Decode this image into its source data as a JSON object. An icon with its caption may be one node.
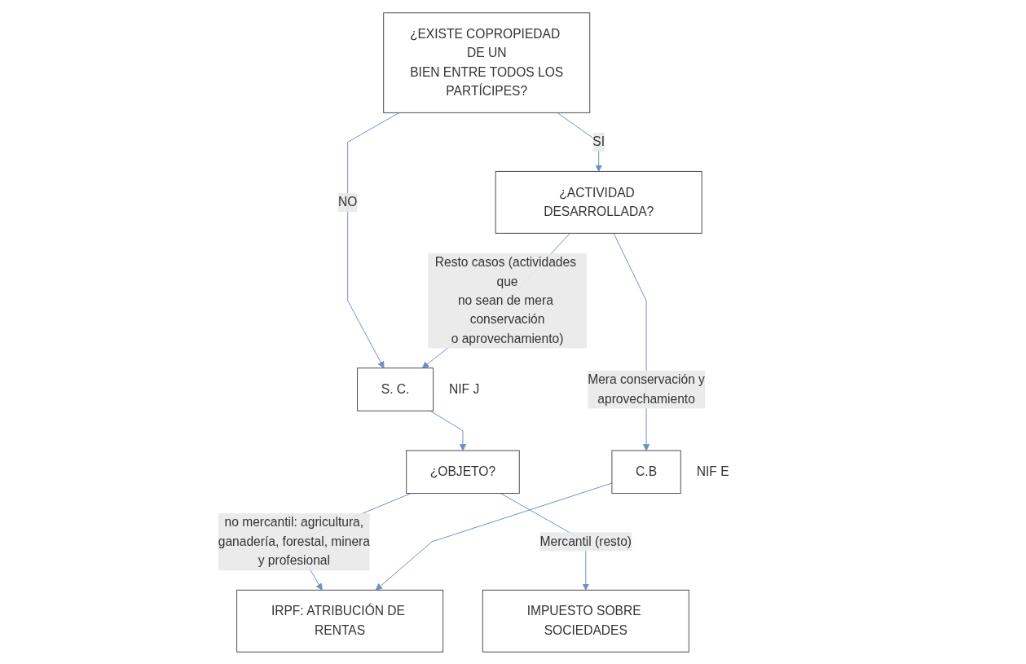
{
  "diagram": {
    "nodes": [
      {
        "text": [
          "¿EXISTE COPROPIEDAD DE UN BIEN ENTRE TODOS LOS PARTÍCIPES?"
        ]
      },
      {
        "text": [
          "¿ACTIVIDAD DESARROLLADA?"
        ]
      },
      {
        "text": [
          "S. C."
        ],
        "beside": [
          "NIF J"
        ]
      },
      {
        "text": [
          "¿OBJETO?"
        ]
      },
      {
        "text": [
          "C.B"
        ],
        "beside": [
          "NIF E"
        ]
      },
      {
        "text": [
          "IRPF: ATRIBUCIÓN DE RENTAS"
        ]
      },
      {
        "text": [
          "IMPUESTO SOBRE SOCIEDADES"
        ]
      }
    ],
    "edges": [
      {
        "from": 0,
        "to": 1,
        "arrow": "to",
        "label": "SI"
      },
      {
        "from": 0,
        "to": 2,
        "arrow": "to",
        "label": "NO"
      },
      {
        "from": 1,
        "to": 2,
        "arrow": "to",
        "label": "Resto casos (actividades que no sean de mera conservación o aprovechamiento)"
      },
      {
        "from": 1,
        "to": 4,
        "arrow": "to",
        "label": "Mera conservación y aprovechamiento"
      },
      {
        "from": 2,
        "to": 3,
        "arrow": "to"
      },
      {
        "from": 3,
        "to": 5,
        "arrow": "to",
        "label": "no mercantil: agricultura, ganadería, forestal, minera y profesional"
      },
      {
        "from": 3,
        "to": 6,
        "arrow": "to",
        "label": "Mercantil (resto)"
      },
      {
        "from": 4,
        "to": 5,
        "arrow": "to"
      }
    ]
  }
}
